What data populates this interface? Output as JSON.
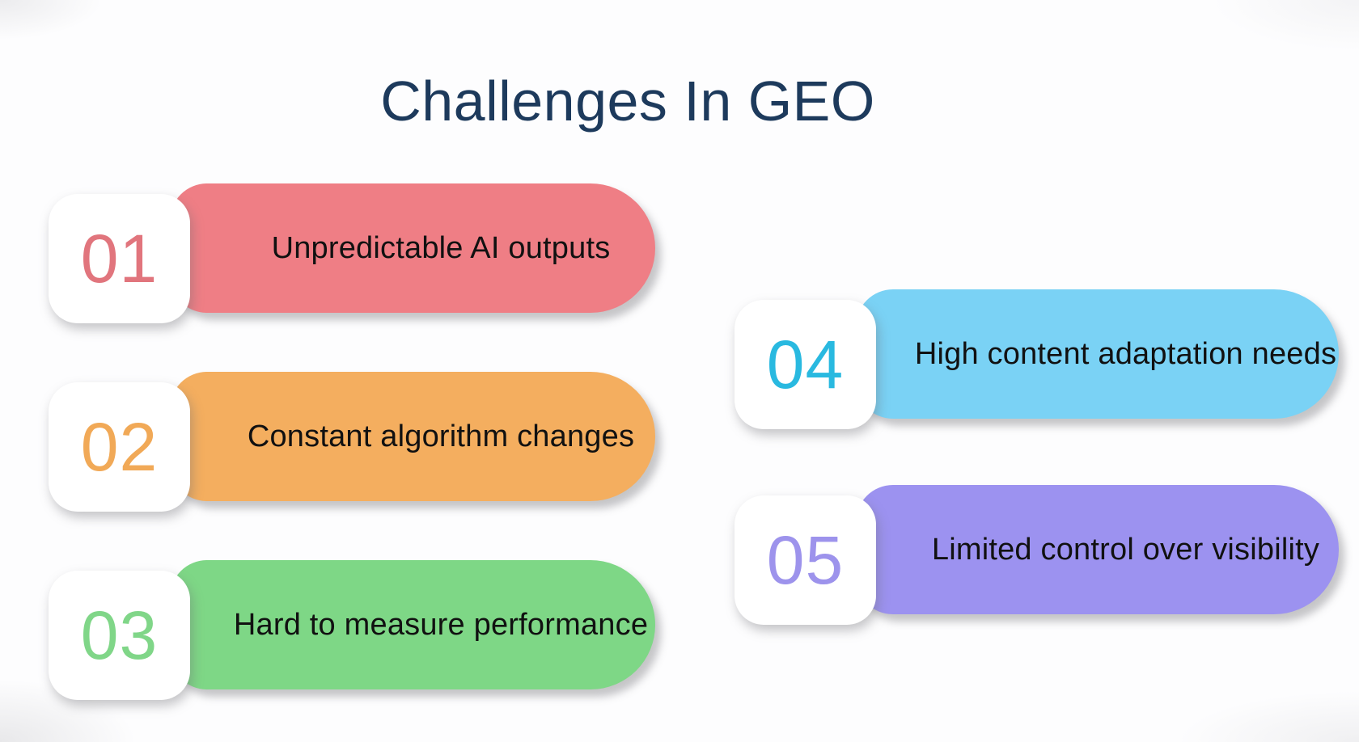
{
  "title": {
    "text": "Challenges In GEO",
    "color": "#1d3a5c"
  },
  "text_color": "#111111",
  "items": [
    {
      "number": "01",
      "label": "Unpredictable AI outputs",
      "pill_color": "#ef7e85",
      "number_color": "#e1757d"
    },
    {
      "number": "02",
      "label": "Constant algorithm changes",
      "pill_color": "#f4ae5f",
      "number_color": "#f1a957"
    },
    {
      "number": "03",
      "label": "Hard to measure performance",
      "pill_color": "#7ed786",
      "number_color": "#80d688"
    },
    {
      "number": "04",
      "label": "High content adaptation needs",
      "pill_color": "#7ad2f5",
      "number_color": "#29b9e0"
    },
    {
      "number": "05",
      "label": "Limited control over visibility",
      "pill_color": "#9c92f0",
      "number_color": "#9d93ec"
    }
  ]
}
